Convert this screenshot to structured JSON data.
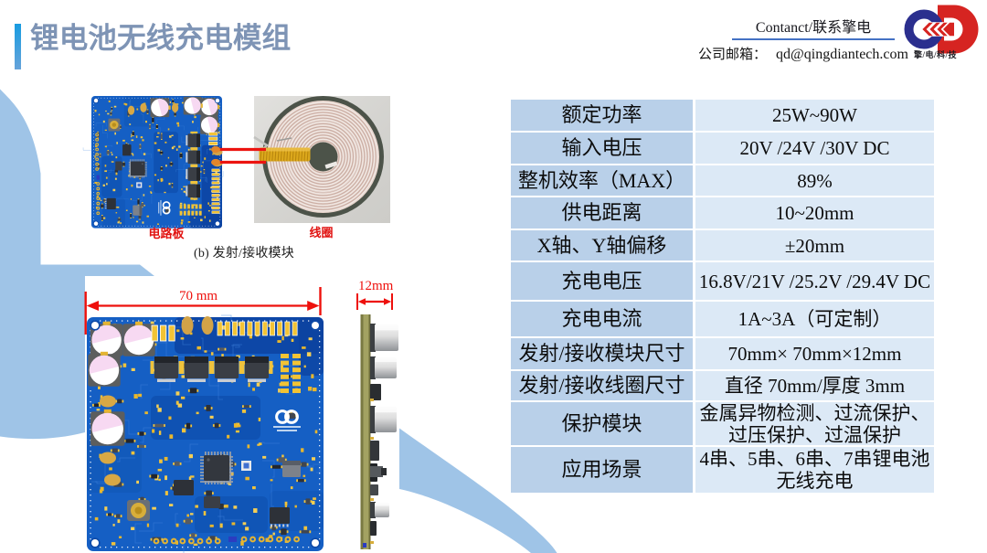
{
  "slide": {
    "title": "锂电池无线充电模组"
  },
  "contact": {
    "heading": "Contanct/联系擎电",
    "email_label": "公司邮箱：",
    "email": "qd@qingdiantech.com",
    "logo_tagline": "擎/电/科/技"
  },
  "figure_module": {
    "pcb_label": "电路板",
    "coil_label": "线圈",
    "caption": "(b) 发射/接收模块"
  },
  "figure_dimensions": {
    "board_width": "70 mm",
    "board_thickness": "12mm"
  },
  "spec_table": {
    "rows": [
      {
        "param": "额定功率",
        "value": "25W~90W"
      },
      {
        "param": "输入电压",
        "value": "20V /24V /30V DC"
      },
      {
        "param": "整机效率（MAX）",
        "value": "89%"
      },
      {
        "param": "供电距离",
        "value": "10~20mm"
      },
      {
        "param": "X轴、Y轴偏移",
        "value": "±20mm"
      },
      {
        "param": "充电电压",
        "value": "16.8V/21V /25.2V /29.4V DC"
      },
      {
        "param": "充电电流",
        "value": "1A~3A（可定制）"
      },
      {
        "param": "发射/接收模块尺寸",
        "value": "70mm× 70mm×12mm"
      },
      {
        "param": "发射/接收线圈尺寸",
        "value": "直径 70mm/厚度 3mm"
      },
      {
        "param": "保护模块",
        "value_lines": [
          "金属异物检测、过流保护、",
          "过压保护、过温保护"
        ]
      },
      {
        "param": "应用场景",
        "value_lines": [
          "4串、5串、6串、7串锂电池",
          "无线充电"
        ]
      }
    ]
  },
  "colors": {
    "title_text": "#7e94b5",
    "accent_bar_top": "#189ce1",
    "accent_bar_bottom": "#66a3da",
    "swoosh_blue": "#9fc4e7",
    "table_param_bg": "#b9d0e9",
    "table_value_bg": "#dce9f6",
    "dimension_red": "#ee100c",
    "wire_red": "#ec1410",
    "label_red": "#e11311",
    "underline_blue": "#4472c4",
    "logo_blue": "#2b2f8e",
    "logo_red": "#d62421"
  }
}
